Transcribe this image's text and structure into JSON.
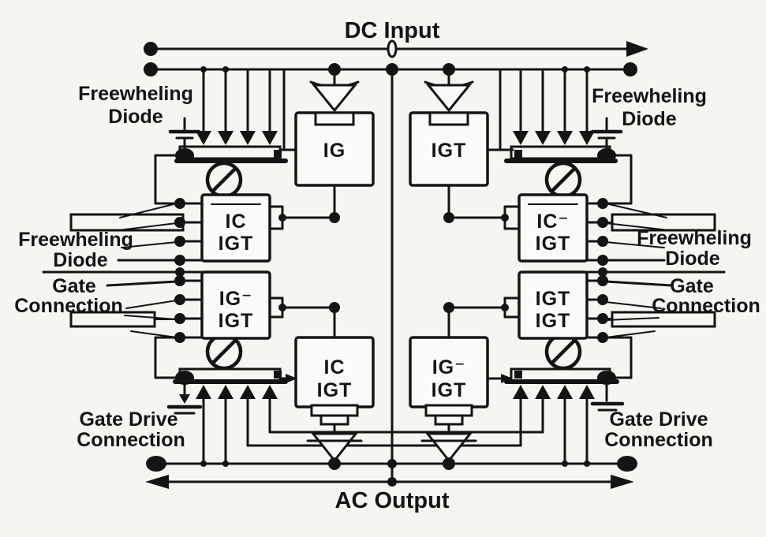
{
  "rails": {
    "dc_label": "DC Input",
    "ac_label": "AC Output"
  },
  "labels": {
    "fw_top_left": [
      "Freewheling",
      "Diode"
    ],
    "fw_top_right": [
      "Freewheling",
      "Diode"
    ],
    "fw_mid_left": [
      "Freewheling",
      "Diode"
    ],
    "fw_mid_right": [
      "Freewheling",
      "Diode"
    ],
    "gate_left": [
      "Gate",
      "Connection"
    ],
    "gate_right": [
      "Gate",
      "Connection"
    ],
    "gate_drive_left": [
      "Gate Drive",
      "Connection"
    ],
    "gate_drive_right": [
      "Gate Drive",
      "Connection"
    ]
  },
  "modules": {
    "top_left": {
      "lines": [
        "IG"
      ]
    },
    "top_right": {
      "lines": [
        "IGT"
      ]
    },
    "mid_left_upper": {
      "lines": [
        "IC",
        "IGT"
      ]
    },
    "mid_left_lower": {
      "lines": [
        "IG⁻",
        "IGT"
      ]
    },
    "mid_right_upper": {
      "lines": [
        "IC⁻",
        "IGT"
      ]
    },
    "mid_right_lower": {
      "lines": [
        "IGT",
        "IGT"
      ]
    },
    "bottom_left": {
      "lines": [
        "IC",
        "IGT"
      ]
    },
    "bottom_right": {
      "lines": [
        "IG⁻",
        "IGT"
      ]
    }
  },
  "symbols": {
    "prohibition": "circle-with-slash",
    "freewheeling_arrows": "chevron-arrow-cluster",
    "valve": "funnel-valve",
    "ground": "ground-bars",
    "junction": "filled-dot"
  },
  "colors": {
    "ink": "#141414",
    "background": "#f6f5f2",
    "box_fill": "#fbfaf8"
  }
}
